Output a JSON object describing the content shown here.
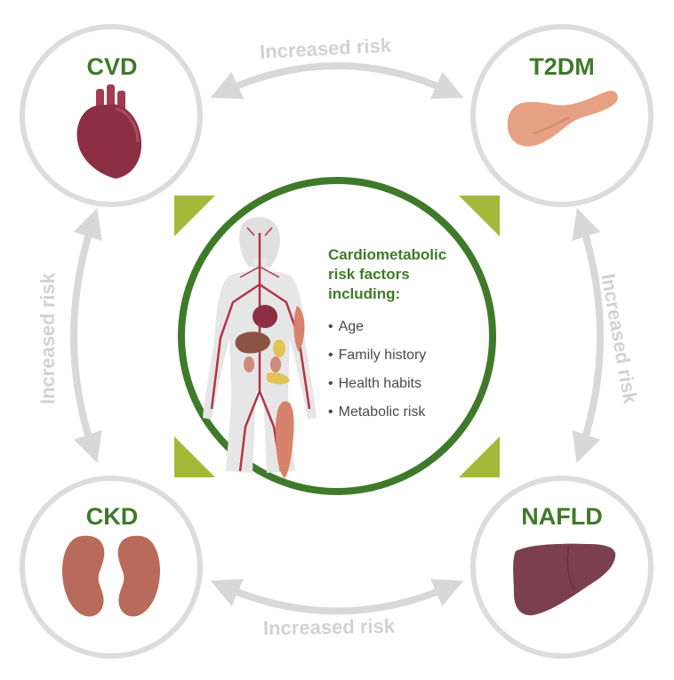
{
  "colors": {
    "ring": "#dcdcdc",
    "arrow": "#d8d8d8",
    "center_ring": "#3f7a2a",
    "corner_accent": "#a4b83a",
    "title_green": "#3f7a2a",
    "risk_label": "#d2d2d2"
  },
  "nodes": {
    "cvd": {
      "title": "CVD",
      "icon": "heart-icon"
    },
    "t2dm": {
      "title": "T2DM",
      "icon": "pancreas-icon"
    },
    "ckd": {
      "title": "CKD",
      "icon": "kidneys-icon"
    },
    "nafld": {
      "title": "NAFLD",
      "icon": "liver-icon"
    }
  },
  "links": {
    "top": "Increased risk",
    "bottom": "Increased risk",
    "left": "Increased risk",
    "right": "Increased risk"
  },
  "center": {
    "icon": "human-body-anatomy-icon",
    "heading_line1": "Cardiometabolic",
    "heading_line2": "risk factors",
    "heading_line3": "including:",
    "factors": [
      "Age",
      "Family history",
      "Health habits",
      "Metabolic risk"
    ]
  }
}
